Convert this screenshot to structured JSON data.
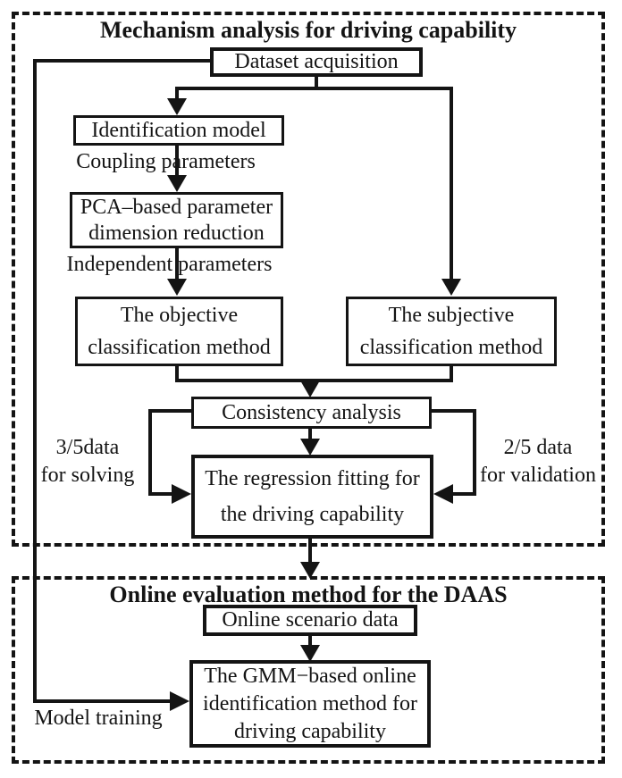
{
  "s1": {
    "title": "Mechanism analysis for driving capability",
    "nodes": {
      "dataset": "Dataset acquisition",
      "identification": "Identification model",
      "pca": "PCA–based parameter\ndimension reduction",
      "objective": "The objective\nclassification method",
      "subjective": "The subjective\nclassification method",
      "consistency": "Consistency analysis",
      "regression": "The regression fitting for\nthe driving capability"
    },
    "labels": {
      "coupling": "Coupling parameters",
      "independent": "Independent parameters",
      "solving": "3/5data\nfor solving",
      "validation": "2/5 data\nfor validation"
    }
  },
  "s2": {
    "title": "Online evaluation method for the DAAS",
    "nodes": {
      "online": "Online scenario data",
      "gmm": "The GMM−based online\nidentification method for\ndriving capability"
    },
    "labels": {
      "model_training": "Model training"
    }
  },
  "colors": {
    "ink": "#141414",
    "background": "#ffffff"
  }
}
